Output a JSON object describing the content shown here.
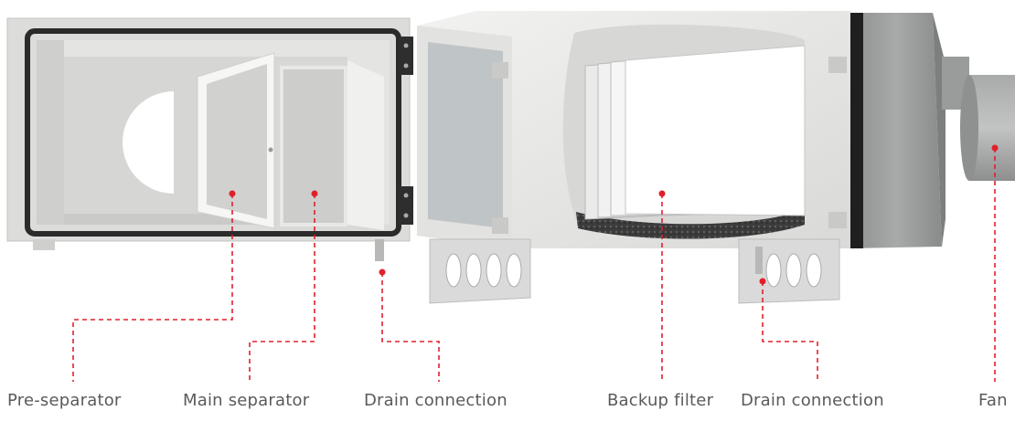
{
  "labels": {
    "pre_separator": "Pre-separator",
    "main_separator": "Main separator",
    "drain_connection_left": "Drain connection",
    "backup_filter": "Backup filter",
    "drain_connection_right": "Drain connection",
    "fan": "Fan"
  },
  "colors": {
    "leader_line": "#e0202c",
    "housing_light": "#e9e9e7",
    "housing_mid": "#d3d3d1",
    "fan_grey": "#9b9d9d",
    "gasket": "#2b2b2b",
    "label_text": "#5a5a5a"
  }
}
